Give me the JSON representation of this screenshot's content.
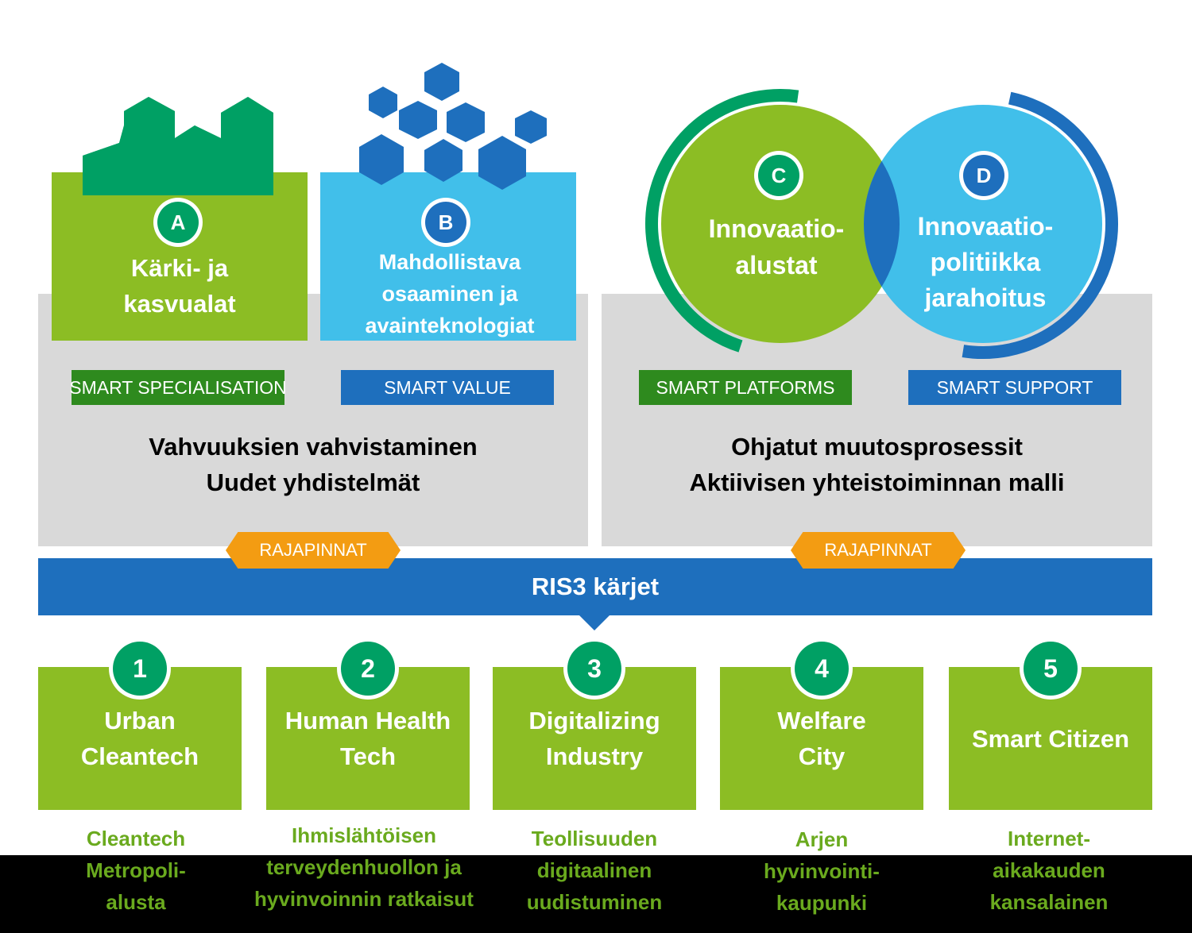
{
  "pillars": {
    "a": {
      "badge": "A",
      "title_line1": "Kärki- ja",
      "title_line2": "kasvualat",
      "tag": "SMART SPECIALISATION"
    },
    "b": {
      "badge": "B",
      "title_line1": "Mahdollistava",
      "title_line2": "osaaminen ja",
      "title_line3": "avainteknologiat",
      "tag": "SMART VALUE"
    },
    "c": {
      "badge": "C",
      "title_line1": "Innovaatio-",
      "title_line2": "alustat",
      "tag": "SMART PLATFORMS"
    },
    "d": {
      "badge": "D",
      "title_line1": "Innovaatio-",
      "title_line2": "politiikka",
      "title_line3": "jarahoitus",
      "tag": "SMART SUPPORT"
    }
  },
  "left_panel": {
    "line1": "Vahvuuksien vahvistaminen",
    "line2": "Uudet yhdistelmät",
    "interface": "RAJAPINNAT"
  },
  "right_panel": {
    "line1": "Ohjatut muutosprosessit",
    "line2": "Aktiivisen yhteistoiminnan malli",
    "interface": "RAJAPINNAT"
  },
  "ris3_bar": {
    "label": "RIS3 kärjet"
  },
  "spearheads": [
    {
      "number": "1",
      "title_line1": "Urban",
      "title_line2": "Cleantech",
      "desc_line1": "Cleantech",
      "desc_line2": "Metropoli-",
      "desc_line3": "alusta"
    },
    {
      "number": "2",
      "title_line1": "Human Health",
      "title_line2": "Tech",
      "desc_line1": "Ihmislähtöisen",
      "desc_line2": "terveydenhuollon ja",
      "desc_line3": "hyvinvoinnin ratkaisut"
    },
    {
      "number": "3",
      "title_line1": "Digitalizing",
      "title_line2": "Industry",
      "desc_line1": "Teollisuuden",
      "desc_line2": "digitaalinen",
      "desc_line3": "uudistuminen"
    },
    {
      "number": "4",
      "title_line1": "Welfare",
      "title_line2": "City",
      "desc_line1": "Arjen",
      "desc_line2": "hyvinvointi-",
      "desc_line3": "kaupunki"
    },
    {
      "number": "5",
      "title_line1": "Smart Citizen",
      "title_line2": "",
      "desc_line1": "Internet-",
      "desc_line2": "aikakauden",
      "desc_line3": "kansalainen"
    }
  ],
  "colors": {
    "green_box": "#8cbd24",
    "blue_box": "#41bfea",
    "dark_green": "#00a064",
    "dark_blue": "#1e6fbd",
    "orange": "#f39c12",
    "gray_panel": "#d9d9d9"
  },
  "icons": {
    "a": "factory-icon",
    "b": "hexagon-cluster-icon"
  }
}
